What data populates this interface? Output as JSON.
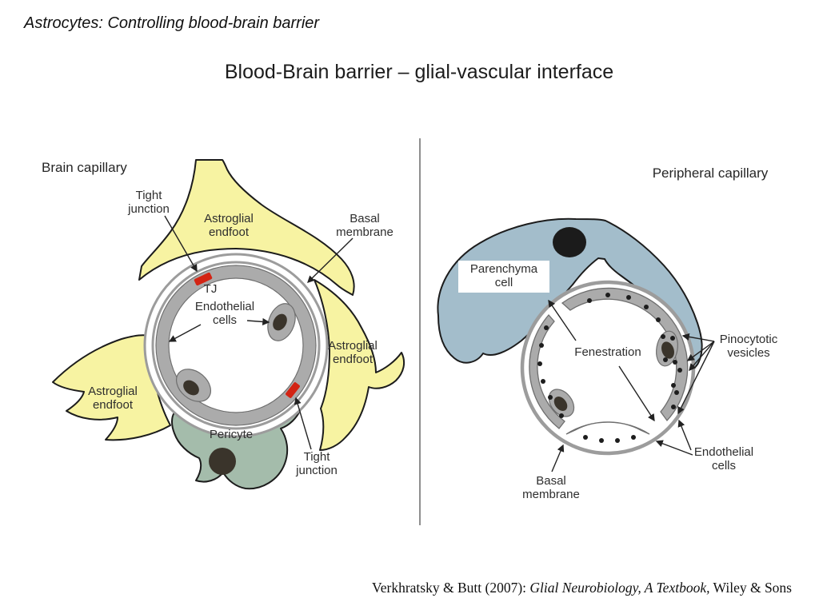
{
  "slide": {
    "header_title": "Astrocytes: Controlling blood-brain barrier",
    "main_title": "Blood-Brain barrier – glial-vascular interface",
    "citation_prefix": "Verkhratsky & Butt (2007): ",
    "citation_italic": "Glial Neurobiology, A Textbook,",
    "citation_suffix": " Wiley & Sons"
  },
  "left_diagram": {
    "title": "Brain capillary",
    "labels": {
      "tight_junction_top": "Tight junction",
      "astroglial_endfoot_top": "Astroglial endfoot",
      "basal_membrane": "Basal membrane",
      "tj": "TJ",
      "endothelial_cells": "Endothelial cells",
      "astroglial_endfoot_right": "Astroglial endfoot",
      "astroglial_endfoot_left": "Astroglial endfoot",
      "pericyte": "Pericyte",
      "tight_junction_bottom": "Tight junction"
    }
  },
  "right_diagram": {
    "title": "Peripheral capillary",
    "labels": {
      "parenchyma_cell": "Parenchyma cell",
      "fenestration": "Fenestration",
      "pinocytotic_vesicles": "Pinocytotic vesicles",
      "endothelial_cells": "Endothelial cells",
      "basal_membrane": "Basal membrane"
    }
  },
  "colors": {
    "astroglial_yellow": "#f7f3a2",
    "pericyte_green": "#a4bcab",
    "parenchyma_blue": "#a3bdcb",
    "membrane_gray": "#9c9c9c",
    "endothelial_gray": "#ababab",
    "endothelial_edge": "#6e6e6e",
    "nucleus_dark": "#3a342b",
    "parenchyma_nucleus_black": "#1b1b1b",
    "tight_junction_red": "#d32414",
    "divider_gray": "#8f8f8f",
    "outline_black": "#1c1c1c"
  }
}
